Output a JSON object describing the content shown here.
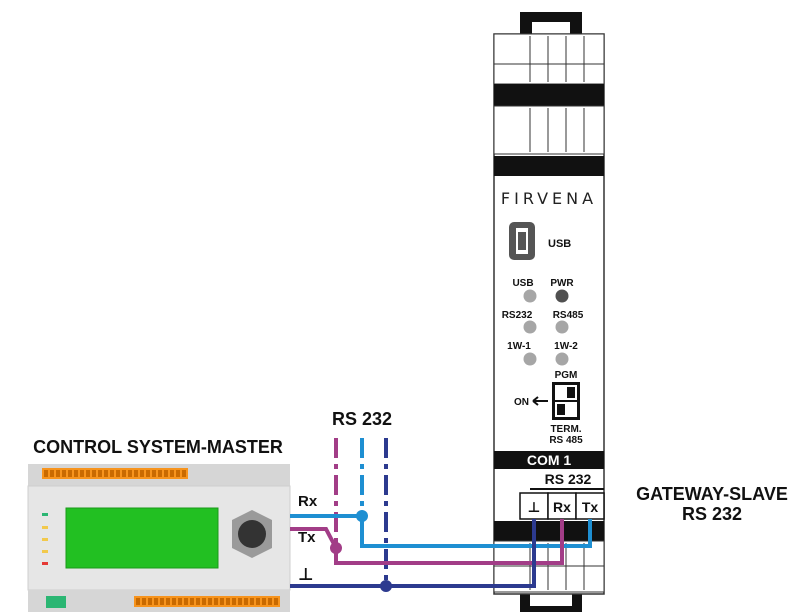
{
  "diagram": {
    "bus_label": "RS 232",
    "master": {
      "title": "CONTROL SYSTEM-MASTER",
      "pins": {
        "rx": "Rx",
        "tx": "Tx",
        "gnd": "⊥"
      }
    },
    "gateway": {
      "brand": "FIRVENA",
      "usb_port_label": "USB",
      "leds": {
        "usb": "USB",
        "pwr": "PWR",
        "rs232": "RS232",
        "rs485": "RS485",
        "w1": "1W-1",
        "w2": "1W-2"
      },
      "pgm": "PGM",
      "on": "ON",
      "term": "TERM.",
      "term_rs485": "RS 485",
      "com": "COM 1",
      "com_type": "RS 232",
      "terminals": {
        "gnd": "⊥",
        "rx": "Rx",
        "tx": "Tx"
      }
    },
    "slave": {
      "title_line1": "GATEWAY-SLAVE",
      "title_line2": "RS 232"
    },
    "colors": {
      "rx_wire": "#1e8fd2",
      "tx_wire": "#a23d87",
      "gnd_wire": "#2c3a8f",
      "housing": "#e6e6e6",
      "screen": "#22c022",
      "terminal_block": "#f7941d",
      "din_bar": "#111111"
    }
  }
}
